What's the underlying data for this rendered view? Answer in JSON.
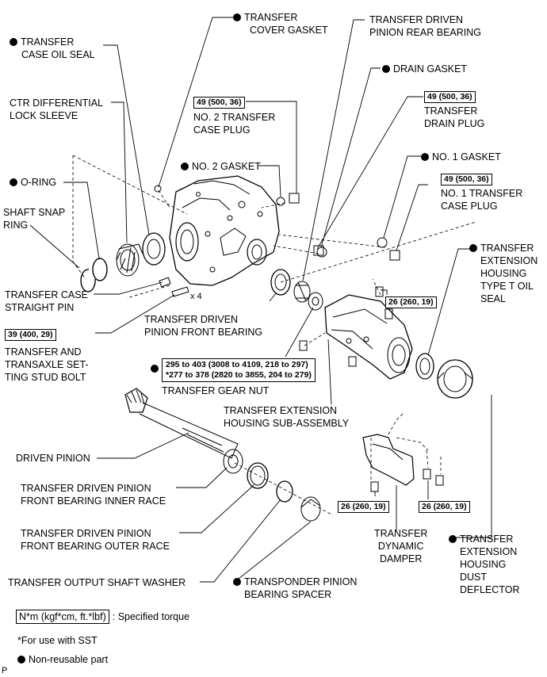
{
  "labels": {
    "transfer_cover_gasket": [
      "TRANSFER",
      "COVER GASKET"
    ],
    "transfer_driven_pinion_rear_bearing": [
      "TRANSFER DRIVEN",
      "PINION REAR BEARING"
    ],
    "transfer_case_oil_seal": [
      "TRANSFER",
      "CASE OIL SEAL"
    ],
    "drain_gasket": "DRAIN GASKET",
    "ctr_differential_lock_sleeve": [
      "CTR DIFFERENTIAL",
      "LOCK SLEEVE"
    ],
    "no2_transfer_case_plug": [
      "NO. 2 TRANSFER",
      "CASE PLUG"
    ],
    "transfer_drain_plug": [
      "TRANSFER",
      "DRAIN PLUG"
    ],
    "no2_gasket": "NO. 2 GASKET",
    "no1_gasket": "NO. 1 GASKET",
    "o_ring": "O-RING",
    "no1_transfer_case_plug": [
      "NO. 1 TRANSFER",
      "CASE PLUG"
    ],
    "shaft_snap_ring": [
      "SHAFT SNAP",
      "RING"
    ],
    "transfer_extension_housing_type_t_oil_seal": [
      "TRANSFER",
      "EXTENSION",
      "HOUSING",
      "TYPE T OIL",
      "SEAL"
    ],
    "transfer_case_straight_pin": [
      "TRANSFER CASE",
      "STRAIGHT PIN"
    ],
    "quantity_x4": "x 4",
    "transfer_driven_pinion_front_bearing": [
      "TRANSFER DRIVEN",
      "PINION FRONT BEARING"
    ],
    "transfer_and_transaxle_setting_stud_bolt": [
      "TRANSFER AND",
      "TRANSAXLE SET-",
      "TING STUD BOLT"
    ],
    "transfer_gear_nut": "TRANSFER GEAR NUT",
    "transfer_extension_housing_sub_assembly": [
      "TRANSFER EXTENSION",
      "HOUSING SUB-ASSEMBLY"
    ],
    "driven_pinion": "DRIVEN PINION",
    "transfer_driven_pinion_front_bearing_inner_race": [
      "TRANSFER DRIVEN PINION",
      "FRONT BEARING INNER RACE"
    ],
    "transfer_driven_pinion_front_bearing_outer_race": [
      "TRANSFER DRIVEN PINION",
      "FRONT BEARING OUTER RACE"
    ],
    "transfer_dynamic_damper": [
      "TRANSFER",
      "DYNAMIC",
      "DAMPER"
    ],
    "transfer_extension_housing_dust_deflector": [
      "TRANSFER",
      "EXTENSION",
      "HOUSING",
      "DUST",
      "DEFLECTOR"
    ],
    "transfer_output_shaft_washer": "TRANSFER OUTPUT SHAFT WASHER",
    "transponder_pinion_bearing_spacer": [
      "TRANSPONDER PINION",
      "BEARING SPACER"
    ]
  },
  "torques": {
    "no2_case_plug": "49 (500, 36)",
    "drain_plug": "49 (500, 36)",
    "no1_case_plug": "49 (500, 36)",
    "stud_bolt": "39 (400, 29)",
    "housing_bolt_upper": "26 (260, 19)",
    "damper_bolt_left": "26 (260, 19)",
    "damper_bolt_right": "26 (260, 19)",
    "gear_nut_line1": "295 to 403 (3008 to 4109, 218 to 297)",
    "gear_nut_line2": "*277 to 378 (2820 to 3855, 204 to 279)"
  },
  "legend": {
    "torque_unit": "N*m (kgf*cm, ft.*lbf)",
    "torque_desc": ": Specified torque",
    "sst_note": "*For use with SST",
    "non_reusable": "Non-reusable part"
  },
  "corner_mark": "P"
}
